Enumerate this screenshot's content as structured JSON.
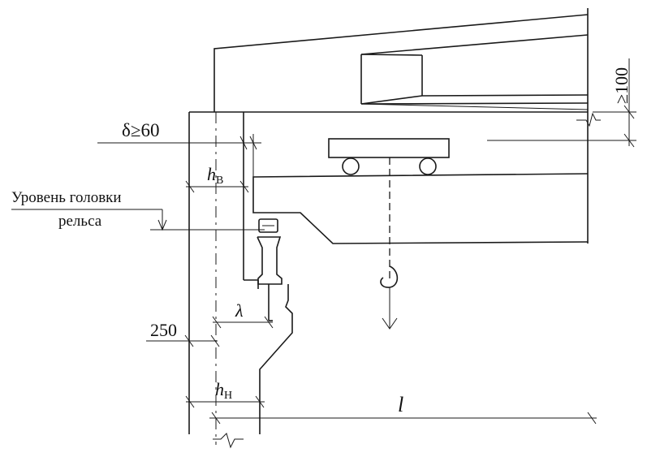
{
  "labels": {
    "delta": "δ≥60",
    "min_gap": "≥100",
    "h_upper_main": "h",
    "h_upper_sub": "В",
    "rail_level_line1": "Уровень головки",
    "rail_level_line2": "рельса",
    "lambda": "λ",
    "dim_250": "250",
    "h_lower_main": "h",
    "h_lower_sub": "Н",
    "span": "l"
  }
}
